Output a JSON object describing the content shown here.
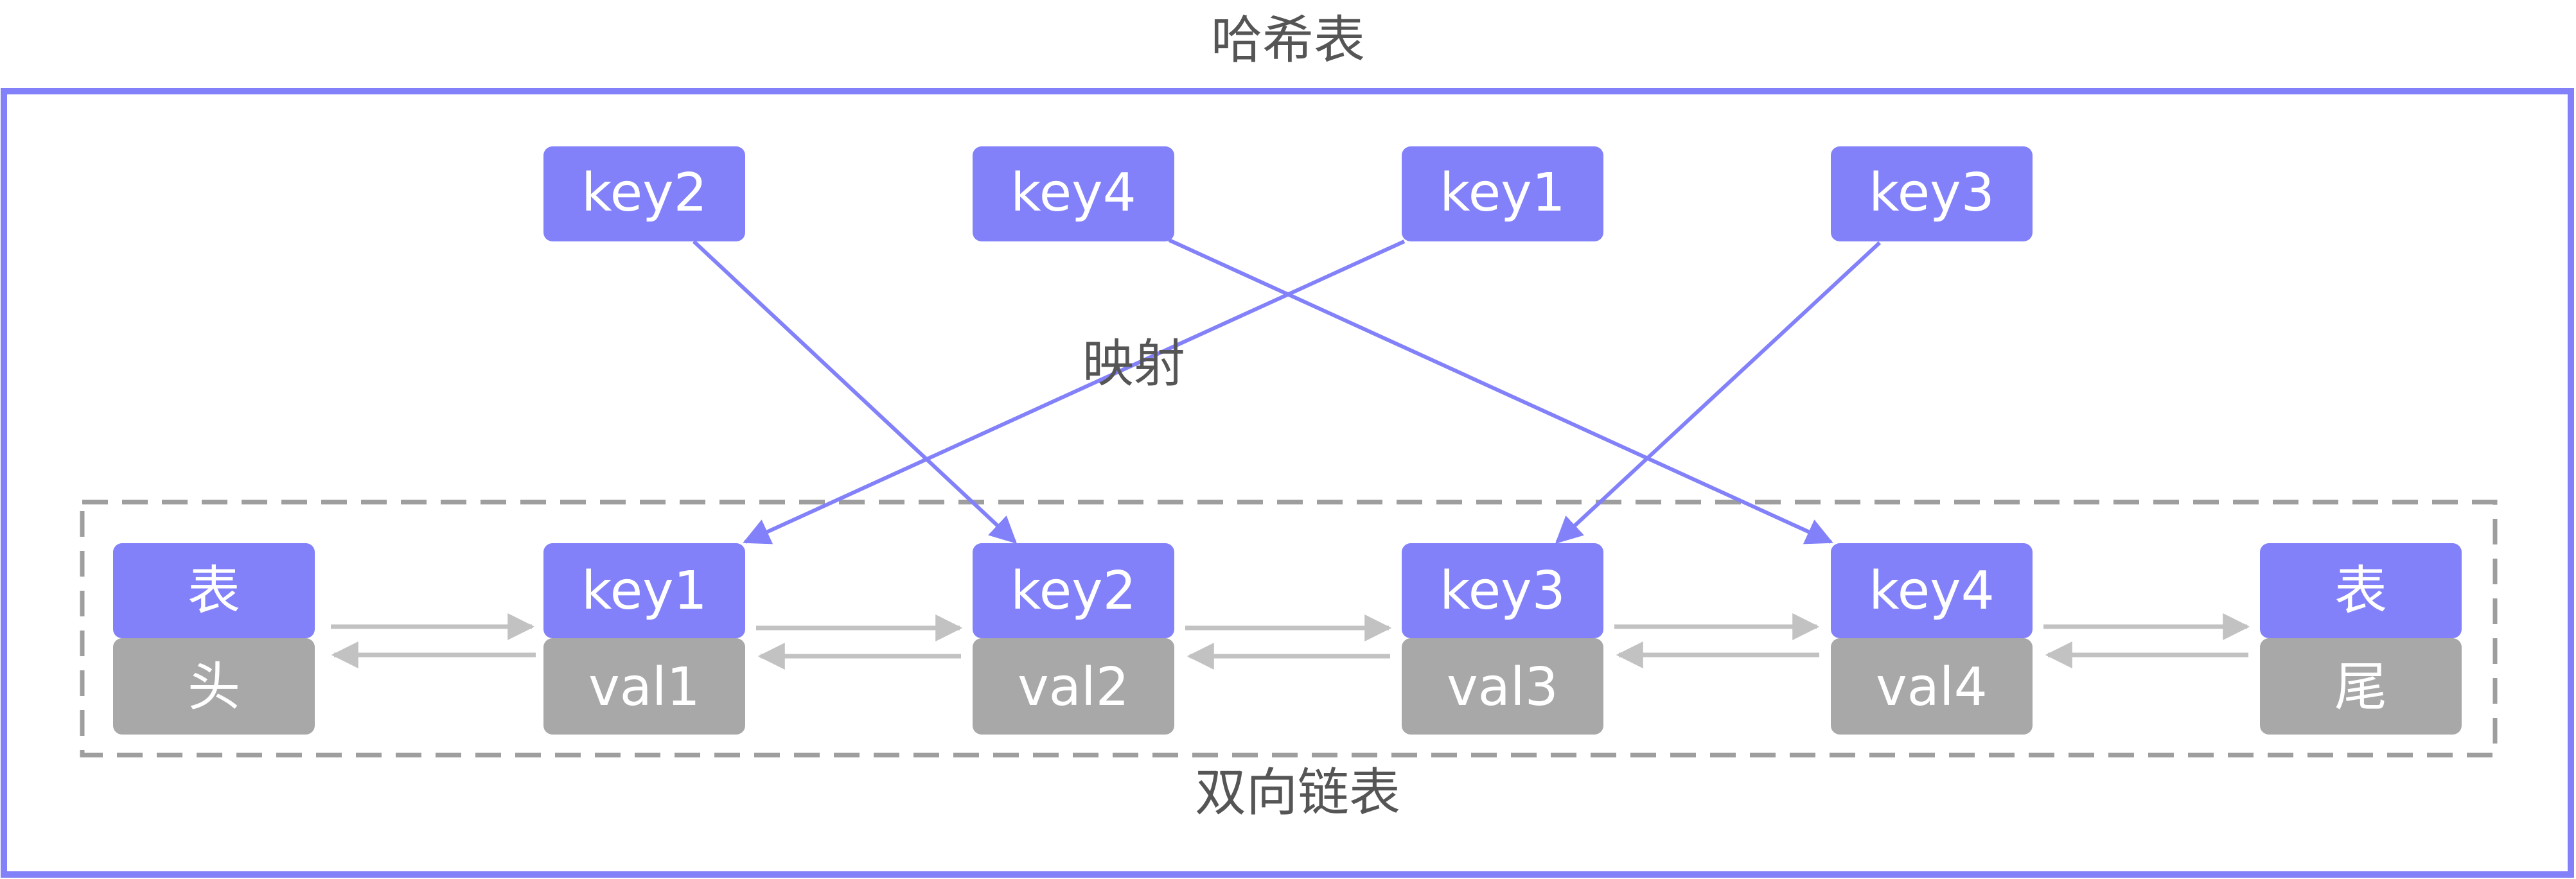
{
  "title": "哈希表",
  "mapping_label": "映射",
  "list_label": "双向链表",
  "hash_keys": [
    "key2",
    "key4",
    "key1",
    "key3"
  ],
  "list_nodes": [
    {
      "top": "表",
      "bottom": "头"
    },
    {
      "top": "key1",
      "bottom": "val1"
    },
    {
      "top": "key2",
      "bottom": "val2"
    },
    {
      "top": "key3",
      "bottom": "val3"
    },
    {
      "top": "key4",
      "bottom": "val4"
    },
    {
      "top": "表",
      "bottom": "尾"
    }
  ],
  "colors": {
    "accent": "#8281f9",
    "node_gray": "#a8a8a8",
    "arrow_gray": "#c2c2c2",
    "dash_gray": "#9e9e9e",
    "text": "#555555"
  }
}
